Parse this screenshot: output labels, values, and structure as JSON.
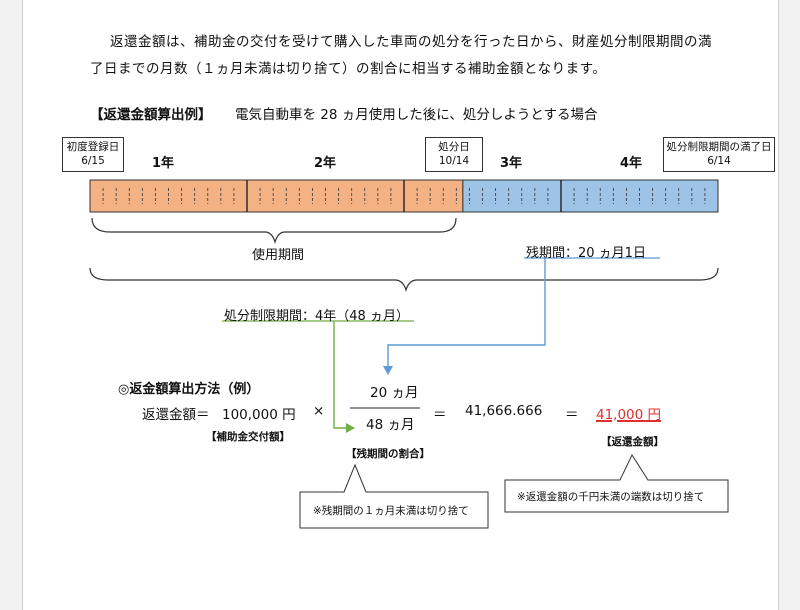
{
  "intro": {
    "line1": "返還金額は、補助金の交付を受けて購入した車両の処分を行った日から、財産処分制限期間の満",
    "line2": "了日までの月数（１ヵ月未満は切り捨て）の割合に相当する補助金額となります。"
  },
  "example": {
    "title": "【返還金額算出例】",
    "description": "電気自動車を 28 ヵ月使用した後に、処分しようとする場合"
  },
  "timeline": {
    "start_box": {
      "label": "初度登録日",
      "date": "6/15"
    },
    "disposal_box": {
      "label": "処分日",
      "date": "10/14"
    },
    "end_box": {
      "label": "処分制限期間の満了日",
      "date": "6/14"
    },
    "years": [
      "1年",
      "2年",
      "3年",
      "4年"
    ],
    "used_label": "使用期間",
    "remaining_label": "残期間：20 ヵ月1日",
    "restriction_label": "処分制限期間：4年（48 ヵ月）",
    "used_color": "#f4b183",
    "remaining_color": "#9dc3e6"
  },
  "calc": {
    "heading": "◎返金額算出方法（例）",
    "lhs": "返還金額＝",
    "subsidy": "100,000 円",
    "subsidy_note": "【補助金交付額】",
    "times": "×",
    "numerator": "20 ヵ月",
    "denominator": "48 ヵ月",
    "eq1": "＝",
    "intermediate": "41,666.666",
    "eq2": "＝",
    "result": "41,000 円",
    "result_note": "【返還金額】",
    "ratio_note": "【残期間の割合】",
    "result_color": "#e03030"
  },
  "callouts": {
    "ratio_callout": "※残期間の１ヵ月未満は切り捨て",
    "result_callout": "※返還金額の千円未満の端数は切り捨て"
  }
}
